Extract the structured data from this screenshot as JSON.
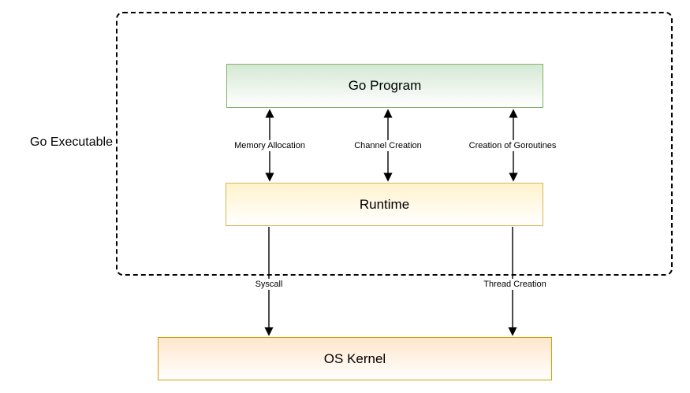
{
  "diagram": {
    "title": "Go Executable",
    "boxes": {
      "go_program": {
        "label": "Go Program",
        "fill": "#d5e8d4",
        "border": "#82b366"
      },
      "runtime": {
        "label": "Runtime",
        "fill": "#fff2cc",
        "border": "#d6b656"
      },
      "os_kernel": {
        "label": "OS Kernel",
        "fill": "#ffe6cc",
        "border": "#d79b00"
      }
    },
    "edges": {
      "memory_allocation": {
        "label": "Memory Allocation",
        "from": "Go Program",
        "to": "Runtime",
        "bidirectional": true
      },
      "channel_creation": {
        "label": "Channel Creation",
        "from": "Go Program",
        "to": "Runtime",
        "bidirectional": true
      },
      "creation_of_goroutines": {
        "label": "Creation of Goroutines",
        "from": "Go Program",
        "to": "Runtime",
        "bidirectional": true
      },
      "syscall": {
        "label": "Syscall",
        "from": "Runtime",
        "to": "OS Kernel",
        "bidirectional": false
      },
      "thread_creation": {
        "label": "Thread Creation",
        "from": "Runtime",
        "to": "OS Kernel",
        "bidirectional": false
      }
    },
    "line_color": "#000000",
    "container_border_color": "#000000",
    "background_color": "#ffffff"
  }
}
